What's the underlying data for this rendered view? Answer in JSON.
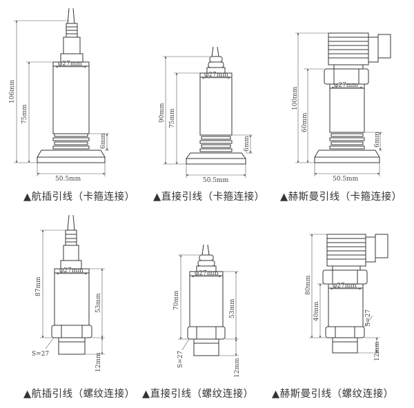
{
  "figures": [
    {
      "caption": "▲航插引线（卡箍连接）",
      "labels": {
        "total": "106mm",
        "body": "75mm",
        "dia": "φ27mm",
        "clamp_h": "6mm",
        "clamp_w": "50.5mm"
      }
    },
    {
      "caption": "▲直接引线（卡箍连接）",
      "labels": {
        "total": "90mm",
        "body": "75mm",
        "dia": "φ27mm",
        "clamp_h": "6mm",
        "clamp_w": "50.5mm"
      }
    },
    {
      "caption": "▲赫斯曼引线（卡箍连接）",
      "labels": {
        "total": "100mm",
        "body": "60mm",
        "dia": "φ27mm",
        "clamp_h": "6mm",
        "clamp_w": "50.5mm"
      }
    },
    {
      "caption": "▲航插引线（螺纹连接）",
      "labels": {
        "total": "87mm",
        "body": "53mm",
        "dia": "φ27mm",
        "hex": "S=27",
        "thread": "12mm"
      }
    },
    {
      "caption": "▲直接引线（螺纹连接）",
      "labels": {
        "total": "70mm",
        "body": "53mm",
        "dia": "φ27mm",
        "hex": "S=27",
        "thread": "12mm"
      }
    },
    {
      "caption": "▲赫斯曼引线（螺纹连接）",
      "labels": {
        "total": "80mm",
        "body": "40mm",
        "dia": "φ27mm",
        "hex": "S=27",
        "thread": "12mm"
      }
    }
  ],
  "colors": {
    "line": "#333333",
    "dim": "#555555",
    "fill": "#ffffff"
  }
}
